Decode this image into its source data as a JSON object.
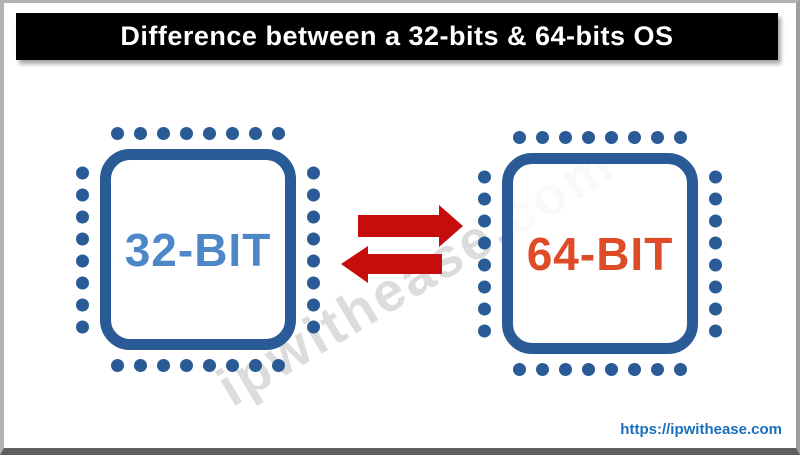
{
  "header": {
    "title": "Difference between a 32-bits & 64-bits OS"
  },
  "chips": {
    "left": {
      "label": "32-BIT",
      "label_color": "#4e87c7",
      "pins_per_side": 8
    },
    "right": {
      "label": "64-BIT",
      "label_color": "#de4b27",
      "pins_per_side": 8
    }
  },
  "icons": {
    "left_chip": "cpu-chip",
    "right_chip": "cpu-chip",
    "arrow_top": "arrow-right",
    "arrow_bottom": "arrow-left"
  },
  "watermark": {
    "text": "ipwithease.com"
  },
  "footer": {
    "link": "https://ipwithease.com"
  },
  "colors": {
    "chip_outline": "#2a5b96",
    "label_32bit": "#4e87c7",
    "label_64bit": "#de4b27",
    "arrow_red": "#c70c0c",
    "title_bg": "#000000",
    "title_text": "#ffffff",
    "link_blue": "#1a6fbd",
    "frame_gray": "#b2b2b2"
  }
}
